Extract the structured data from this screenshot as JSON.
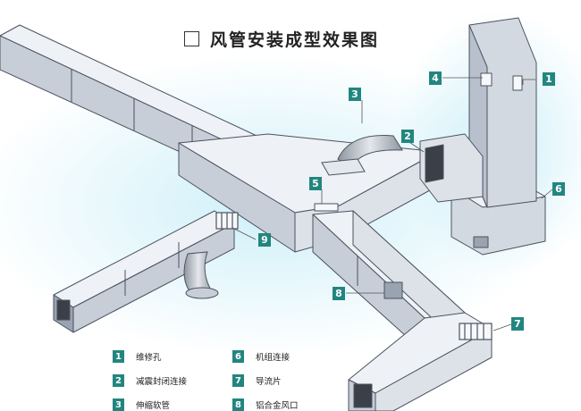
{
  "title": "风管安装成型效果图",
  "callouts": [
    {
      "num": "1",
      "label": "维修孔"
    },
    {
      "num": "2",
      "label": "减震封闭连接"
    },
    {
      "num": "3",
      "label": "伸缩软管"
    },
    {
      "num": "4",
      "label": ""
    },
    {
      "num": "5",
      "label": ""
    },
    {
      "num": "6",
      "label": "机组连接"
    },
    {
      "num": "7",
      "label": "导流片"
    },
    {
      "num": "8",
      "label": "铝合金风口"
    },
    {
      "num": "9",
      "label": ""
    }
  ],
  "legend": [
    {
      "num": "1",
      "text": "维修孔"
    },
    {
      "num": "2",
      "text": "减震封闭连接"
    },
    {
      "num": "3",
      "text": "伸缩软管"
    },
    {
      "num": "6",
      "text": "机组连接"
    },
    {
      "num": "7",
      "text": "导流片"
    },
    {
      "num": "8",
      "text": "铝合金风口"
    }
  ],
  "colors": {
    "duct_top": "#eef1f5",
    "duct_side": "#c7ced8",
    "duct_dark": "#9aa3b0",
    "outline": "#4b5260",
    "glow": "#c9eef8",
    "callout": "#22867f"
  }
}
